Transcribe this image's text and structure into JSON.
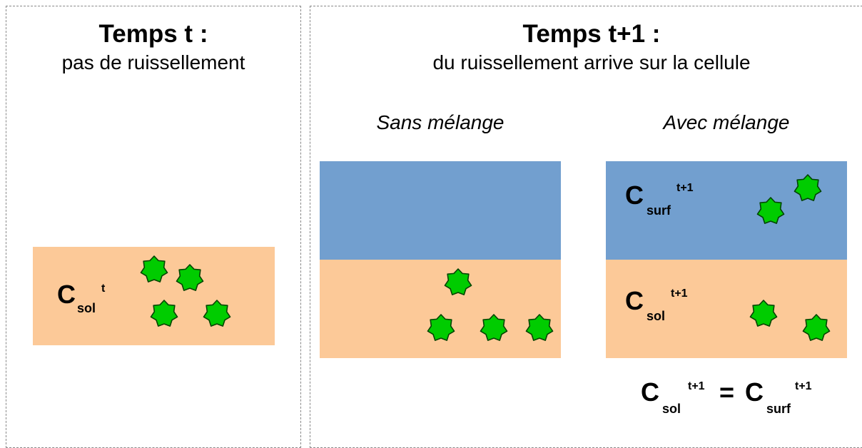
{
  "colors": {
    "soil": "#fcc998",
    "water": "#729fcf",
    "pollutant_fill": "#00cc00",
    "pollutant_stroke": "#004400",
    "panel_border": "#888888"
  },
  "left_panel": {
    "title": "Temps t :",
    "subtitle": "pas de ruissellement",
    "soil_label": {
      "base": "C",
      "sub": "sol",
      "sup": "t"
    }
  },
  "right_panel": {
    "title": "Temps t+1 :",
    "subtitle": "du ruissellement arrive sur la cellule",
    "without_mixing": {
      "label": "Sans mélange"
    },
    "with_mixing": {
      "label": "Avec mélange",
      "surface_label": {
        "base": "C",
        "sub": "surf",
        "sup": "t+1"
      },
      "soil_label": {
        "base": "C",
        "sub": "sol",
        "sup": "t+1"
      }
    },
    "equation": {
      "lhs": {
        "base": "C",
        "sub": "sol",
        "sup": "t+1"
      },
      "op": "=",
      "rhs": {
        "base": "C",
        "sub": "surf",
        "sup": "t+1"
      }
    }
  },
  "icon": "pollutant-star-icon"
}
